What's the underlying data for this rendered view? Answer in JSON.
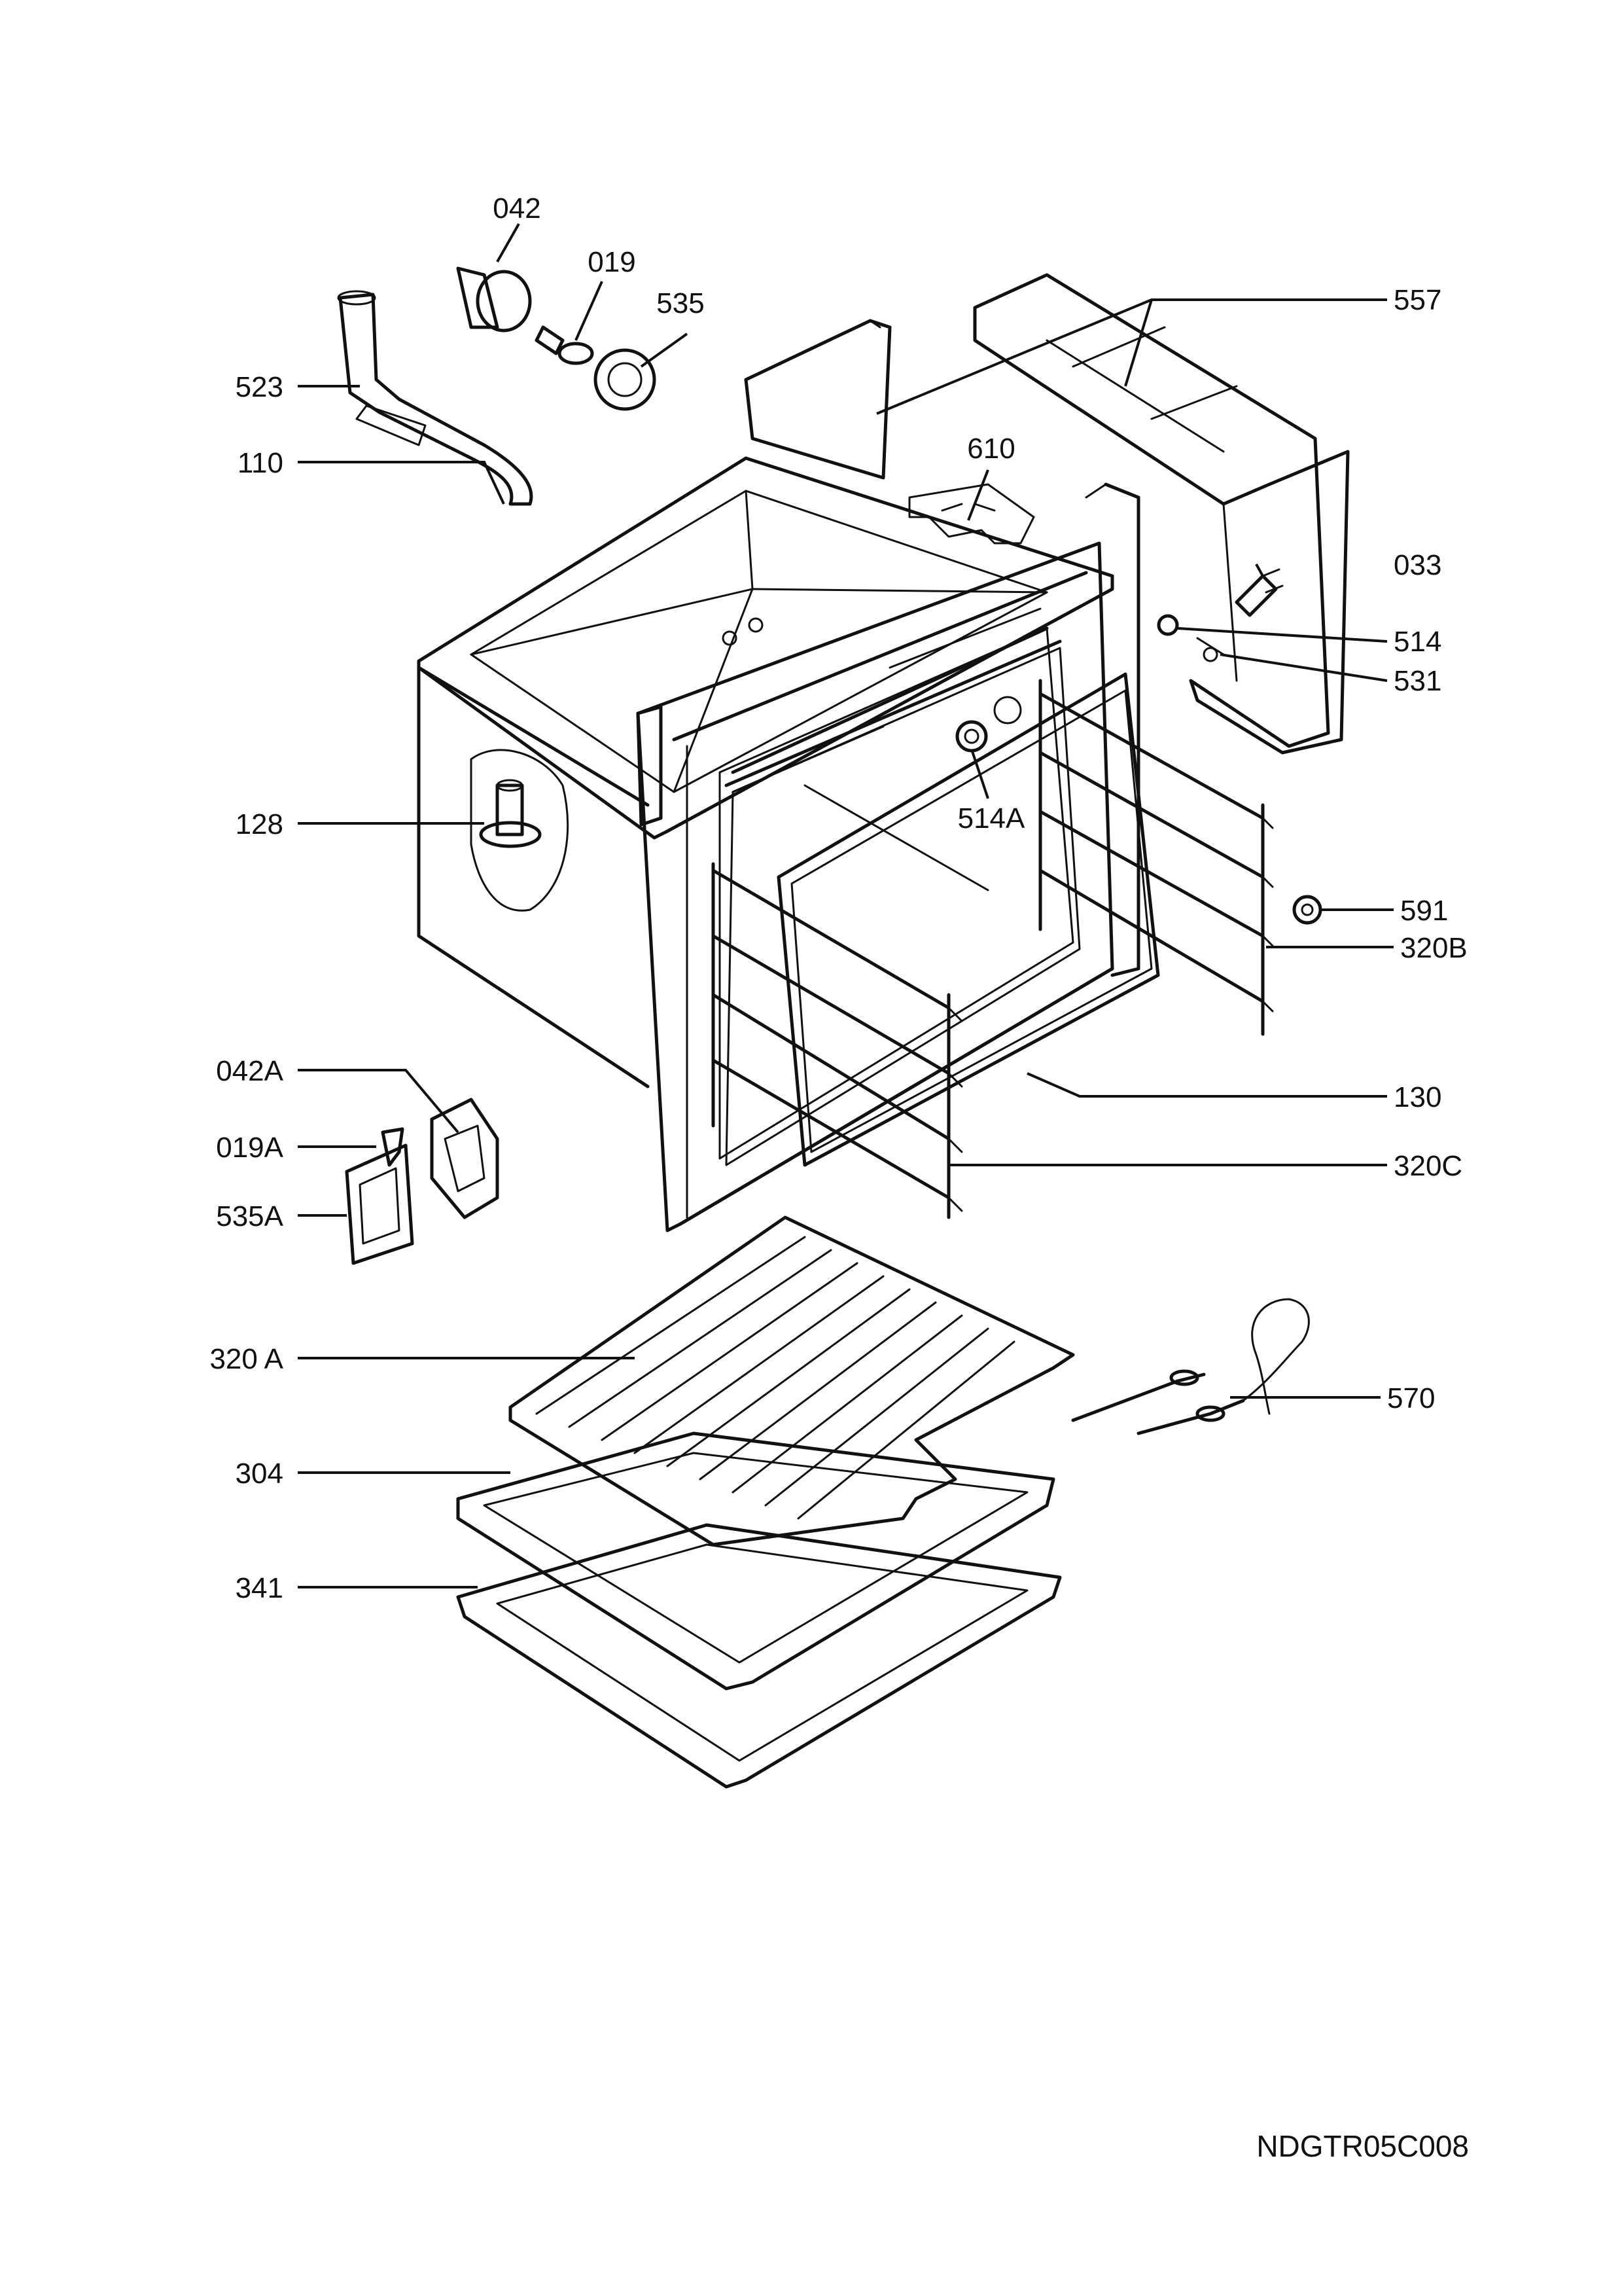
{
  "diagram_code": "NDGTR05C008",
  "labels": {
    "p042": "042",
    "p019": "019",
    "p535": "535",
    "p557": "557",
    "p523": "523",
    "p110": "110",
    "p610": "610",
    "p033": "033",
    "p514": "514",
    "p531": "531",
    "p514A": "514A",
    "p128": "128",
    "p591": "591",
    "p320B": "320B",
    "p130": "130",
    "p042A": "042A",
    "p019A": "019A",
    "p535A": "535A",
    "p320C": "320C",
    "p320A": "320 A",
    "p570": "570",
    "p304": "304",
    "p341": "341"
  }
}
